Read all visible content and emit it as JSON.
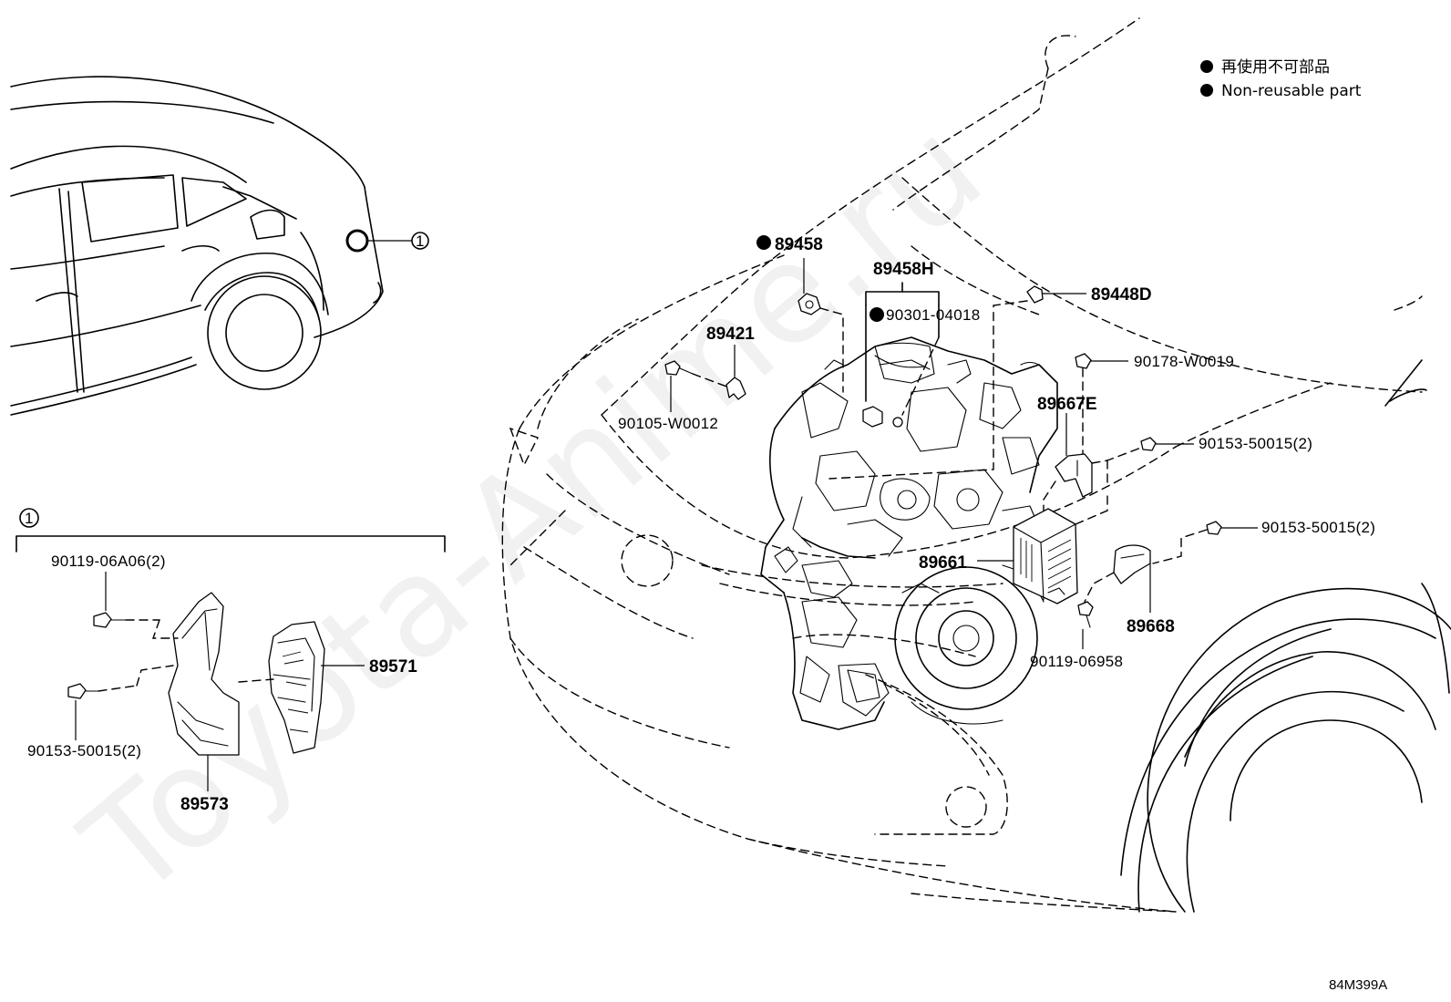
{
  "watermark": "Toyota-Anime.ru",
  "legend": {
    "line1": "再使用不可部品",
    "line2": "Non-reusable part"
  },
  "callout": {
    "ref_number": "1"
  },
  "figure_code": "84M399A",
  "parts": {
    "p89458": "89458",
    "p89458H": "89458H",
    "p90301": "90301-04018",
    "p89448D": "89448D",
    "p89421": "89421",
    "p90178": "90178-W0019",
    "p90105": "90105-W0012",
    "p89667E": "89667E",
    "p90153a": "90153-50015(2)",
    "p90153b": "90153-50015(2)",
    "p89661": "89661",
    "p89668": "89668",
    "p90119b": "90119-06958",
    "p90119a": "90119-06A06(2)",
    "p89571": "89571",
    "p90153c": "90153-50015(2)",
    "p89573": "89573"
  }
}
